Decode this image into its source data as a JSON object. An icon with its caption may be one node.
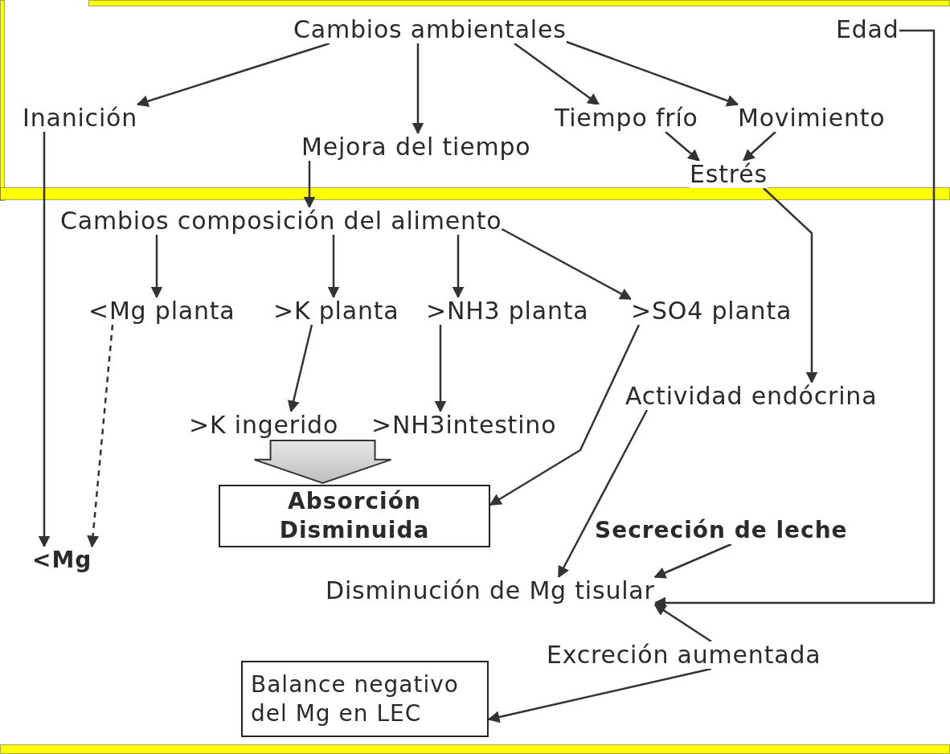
{
  "diagram": {
    "nodes": [
      {
        "text": [
          "Cambios ambientales"
        ]
      },
      {
        "text": [
          "Edad"
        ]
      },
      {
        "text": [
          "Inanición"
        ]
      },
      {
        "text": [
          "Tiempo frío"
        ]
      },
      {
        "text": [
          "Movimiento"
        ]
      },
      {
        "text": [
          "Mejora del tiempo"
        ]
      },
      {
        "text": [
          "Estrés"
        ]
      },
      {
        "text": [
          "Cambios composición del alimento"
        ]
      },
      {
        "text": [
          "<Mg planta"
        ]
      },
      {
        "text": [
          ">K planta"
        ]
      },
      {
        "text": [
          ">NH3 planta"
        ]
      },
      {
        "text": [
          ">SO4 planta"
        ]
      },
      {
        "text": [
          "Actividad endócrina"
        ]
      },
      {
        "text": [
          ">K ingerido"
        ]
      },
      {
        "text": [
          ">NH3intestino"
        ]
      },
      {
        "text": [
          "Absorción Disminuida"
        ]
      },
      {
        "text": [
          "<Mg"
        ]
      },
      {
        "text": [
          "Secreción de leche"
        ]
      },
      {
        "text": [
          "Disminución de Mg tisular"
        ]
      },
      {
        "text": [
          "Excreción aumentada"
        ]
      },
      {
        "text": [
          "Balance negativo del Mg en LEC"
        ]
      }
    ],
    "edges": [
      {
        "from": 0,
        "to": 2,
        "arrow": "to"
      },
      {
        "from": 0,
        "to": 5,
        "arrow": "to"
      },
      {
        "from": 0,
        "to": 3,
        "arrow": "to"
      },
      {
        "from": 0,
        "to": 4,
        "arrow": "to"
      },
      {
        "from": 3,
        "to": 6,
        "arrow": "to"
      },
      {
        "from": 4,
        "to": 6,
        "arrow": "to"
      },
      {
        "from": 5,
        "to": 7,
        "arrow": "to"
      },
      {
        "from": 7,
        "to": 8,
        "arrow": "to"
      },
      {
        "from": 7,
        "to": 9,
        "arrow": "to"
      },
      {
        "from": 7,
        "to": 10,
        "arrow": "to"
      },
      {
        "from": 7,
        "to": 11,
        "arrow": "to"
      },
      {
        "from": 6,
        "to": 12,
        "arrow": "to"
      },
      {
        "from": 2,
        "to": 16,
        "arrow": "to"
      },
      {
        "from": 8,
        "to": 16,
        "arrow": "to",
        "style": "dashed"
      },
      {
        "from": 9,
        "to": 13,
        "arrow": "to"
      },
      {
        "from": 10,
        "to": 14,
        "arrow": "to"
      },
      {
        "from": 13,
        "to": 15,
        "arrow": "to",
        "style": "thick"
      },
      {
        "from": 14,
        "to": 15,
        "arrow": "to",
        "style": "thick"
      },
      {
        "from": 11,
        "to": 15,
        "arrow": "to"
      },
      {
        "from": 12,
        "to": 18,
        "arrow": "to"
      },
      {
        "from": 17,
        "to": 18,
        "arrow": "to"
      },
      {
        "from": 1,
        "to": 18,
        "arrow": "to"
      },
      {
        "from": 19,
        "to": 18,
        "arrow": "to"
      },
      {
        "from": 19,
        "to": 20,
        "arrow": "to"
      }
    ]
  }
}
